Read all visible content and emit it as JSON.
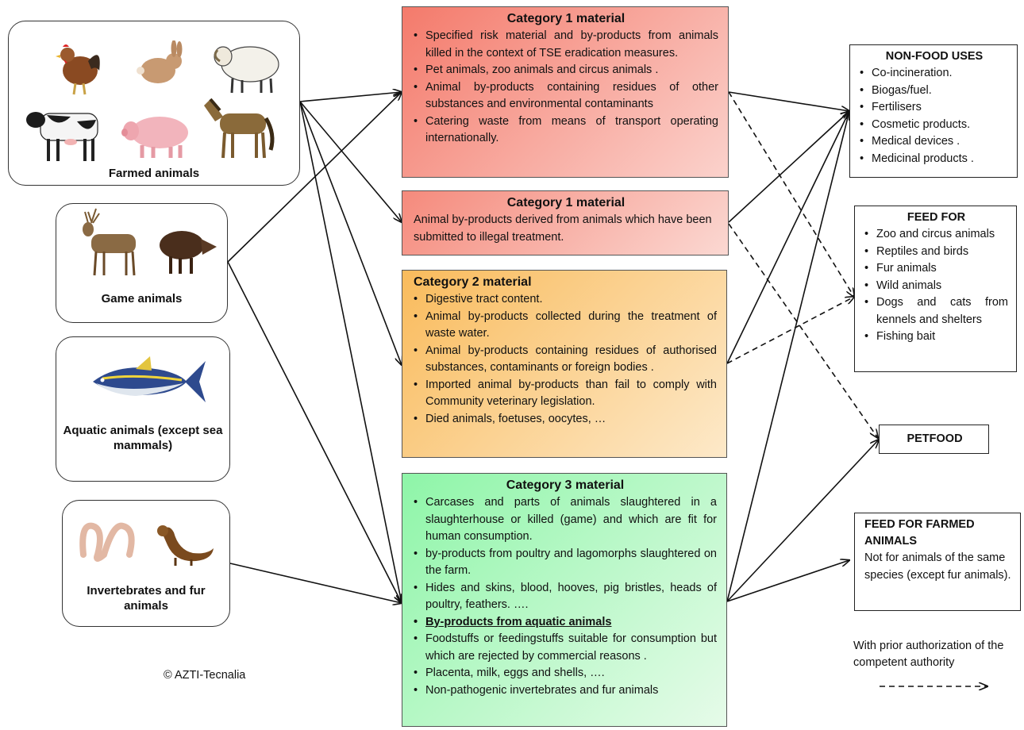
{
  "sources": {
    "farmed": "Farmed animals",
    "game": "Game animals",
    "aquatic": "Aquatic animals  (except sea mammals)",
    "invertebrates": "Invertebrates and fur animals"
  },
  "copyright": "© AZTI-Tecnalia",
  "categories": {
    "cat1a": {
      "title": "Category 1 material",
      "items": [
        "Specified risk material and  by-products from animals killed in the context of TSE eradication measures.",
        "Pet animals, zoo animals and circus animals .",
        "Animal by-products containing residues of other substances and environmental contaminants",
        "Catering waste from means of transport operating internationally."
      ]
    },
    "cat1b": {
      "title": "Category 1 material",
      "text": "Animal by-products derived from animals which have been submitted to illegal treatment."
    },
    "cat2": {
      "title": "Category 2 material",
      "items": [
        "Digestive tract content.",
        "Animal by-products collected during the treatment of waste water.",
        "Animal by-products containing residues of authorised substances, contaminants or foreign bodies .",
        "Imported animal by-products than fail to comply with Community veterinary legislation.",
        "Died animals, foetuses, oocytes, …"
      ]
    },
    "cat3": {
      "title": "Category 3 material",
      "items": [
        "Carcases and parts of animals slaughtered in a slaughterhouse or killed (game) and which are fit for human consumption.",
        "by-products from poultry and lagomorphs slaughtered on the farm.",
        "Hides and skins, blood, hooves, pig bristles, heads of poultry, feathers. ….",
        "By-products from aquatic animals",
        "Foodstuffs or feedingstuffs suitable for consumption but which are rejected by commercial reasons .",
        "Placenta, milk, eggs and shells, ….",
        "Non-pathogenic invertebrates and fur animals"
      ]
    }
  },
  "destinations": {
    "nonfood": {
      "title": "NON-FOOD USES",
      "items": [
        "Co-incineration.",
        "Biogas/fuel.",
        "Fertilisers",
        "Cosmetic products.",
        "Medical devices .",
        "Medicinal products ."
      ]
    },
    "feedfor": {
      "title": "FEED FOR",
      "items": [
        "Zoo and circus animals",
        "Reptiles and birds",
        "Fur animals",
        "Wild animals",
        " Dogs and cats from kennels and shelters",
        "Fishing bait"
      ]
    },
    "petfood": {
      "title": "PETFOOD"
    },
    "farmedfeed": {
      "title": "FEED FOR FARMED ANIMALS",
      "text": "Not for animals of the same species  (except fur animals)."
    }
  },
  "legend": {
    "text": "With prior authorization of the competent authority",
    "line_style": "dashed"
  },
  "icons": [
    "chicken-icon",
    "rabbit-icon",
    "sheep-icon",
    "cow-icon",
    "pig-icon",
    "horse-icon",
    "deer-icon",
    "boar-icon",
    "tuna-icon",
    "worm-icon",
    "weasel-icon"
  ]
}
